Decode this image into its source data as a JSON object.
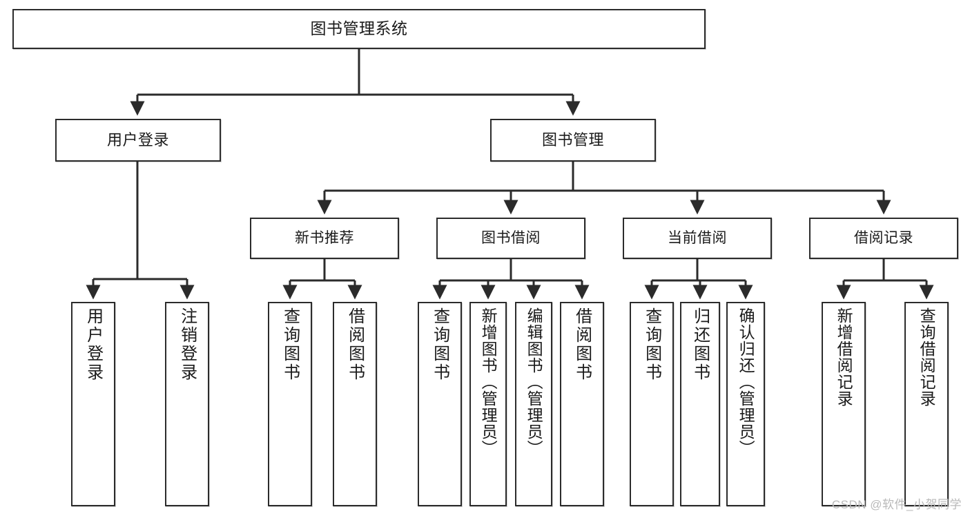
{
  "diagram": {
    "title": "图书管理系统",
    "type": "tree-hierarchy",
    "watermark": "CSDN @软件_小贺同学",
    "colors": {
      "stroke": "#2b2b2b",
      "fill": "#ffffff",
      "text": "#1a1a1a",
      "watermark": "#b9b9b9"
    },
    "nodes": {
      "root": {
        "label": "图书管理系统",
        "level": 1
      },
      "level2": [
        {
          "id": "user-login",
          "label": "用户登录"
        },
        {
          "id": "book-manage",
          "label": "图书管理"
        }
      ],
      "level3": [
        {
          "id": "new-book-recommend",
          "label": "新书推荐"
        },
        {
          "id": "book-borrow",
          "label": "图书借阅"
        },
        {
          "id": "current-borrow",
          "label": "当前借阅"
        },
        {
          "id": "borrow-record",
          "label": "借阅记录"
        }
      ],
      "leaves": {
        "user-login": [
          {
            "id": "leaf-user-login",
            "label": "用户登录"
          },
          {
            "id": "leaf-user-logout",
            "label": "注销登录"
          }
        ],
        "new-book-recommend": [
          {
            "id": "leaf-query-book-1",
            "label": "查询图书"
          },
          {
            "id": "leaf-borrow-book-1",
            "label": "借阅图书"
          }
        ],
        "book-borrow": [
          {
            "id": "leaf-query-book-2",
            "label": "查询图书"
          },
          {
            "id": "leaf-add-book",
            "label": "新增图书（管理员）"
          },
          {
            "id": "leaf-edit-book",
            "label": "编辑图书（管理员）"
          },
          {
            "id": "leaf-borrow-book-2",
            "label": "借阅图书"
          }
        ],
        "current-borrow": [
          {
            "id": "leaf-query-book-3",
            "label": "查询图书"
          },
          {
            "id": "leaf-return-book",
            "label": "归还图书"
          },
          {
            "id": "leaf-confirm-return",
            "label": "确认归还（管理员）"
          }
        ],
        "borrow-record": [
          {
            "id": "leaf-add-record",
            "label": "新增借阅记录"
          },
          {
            "id": "leaf-query-record",
            "label": "查询借阅记录"
          }
        ]
      }
    }
  }
}
